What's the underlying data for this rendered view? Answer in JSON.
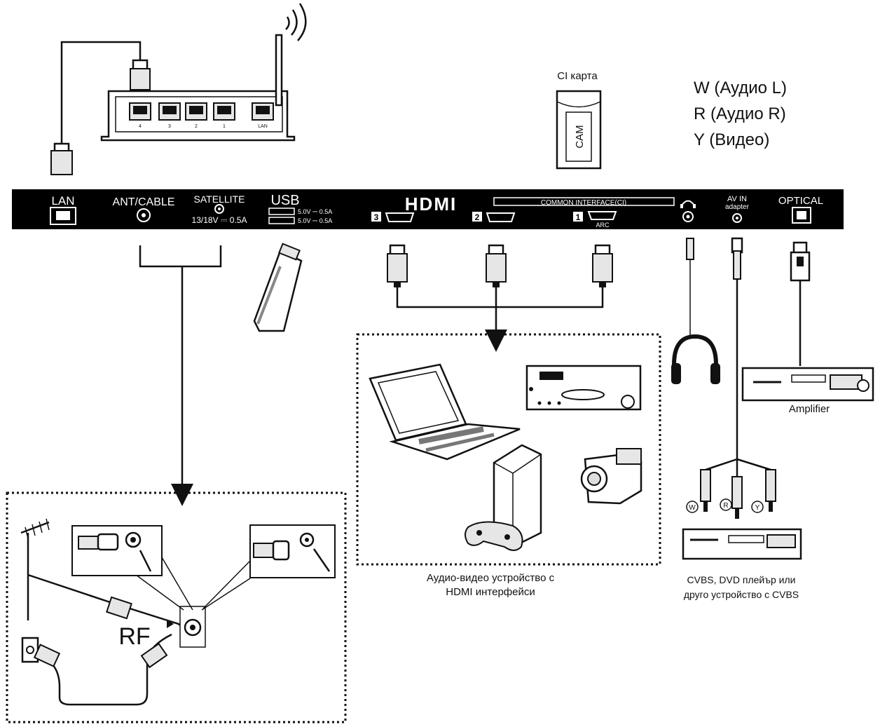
{
  "panel": {
    "lan": "LAN",
    "ant_cable": "ANT/CABLE",
    "satellite": "SATELLITE",
    "satellite_spec": "13/18V ⎓ 0.5A",
    "usb": "USB",
    "usb_spec_1": "5.0V ⎓ 0.5A",
    "usb_spec_2": "5.0V ⎓ 0.5A",
    "hdmi_logo": "HDMI",
    "common_interface": "COMMON INTERFACE(CI)",
    "hdmi_port_3": "3",
    "hdmi_port_2": "2",
    "hdmi_port_1": "1",
    "arc": "ARC",
    "av_in_line1": "AV IN",
    "av_in_line2": "adapter",
    "optical": "OPTICAL"
  },
  "router": {
    "port_labels": [
      "4",
      "3",
      "2",
      "1"
    ],
    "lan_label": "LAN"
  },
  "ci_card": {
    "title": "CI карта",
    "cam": "CAM"
  },
  "legend": {
    "w": "W (Аудио L)",
    "r": "R (Аудио R)",
    "y": "Y (Видео)"
  },
  "hdmi_group": {
    "caption_line1": "Аудио-видео устройство с",
    "caption_line2": "HDMI интерфейси"
  },
  "amplifier": {
    "label": "Amplifier"
  },
  "cvbs": {
    "plug_w": "W",
    "plug_r": "R",
    "plug_y": "Y",
    "caption_line1": "CVBS, DVD плейър или",
    "caption_line2": "друго устройство с CVBS"
  },
  "rf": {
    "label": "RF"
  }
}
